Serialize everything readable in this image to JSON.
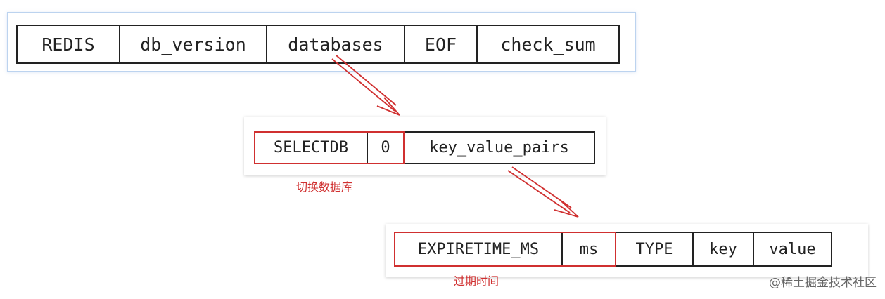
{
  "top_row": [
    "REDIS",
    "db_version",
    "databases",
    "EOF",
    "check_sum"
  ],
  "database_row": [
    "SELECTDB",
    "0",
    "key_value_pairs"
  ],
  "pair_row": [
    "EXPIRETIME_MS",
    "ms",
    "TYPE",
    "key",
    "value"
  ],
  "captions": {
    "select_db": "切换数据库",
    "expire": "过期时间"
  },
  "watermark": "@稀土掘金技术社区",
  "colors": {
    "highlight": "#d03030",
    "border": "#222222"
  }
}
